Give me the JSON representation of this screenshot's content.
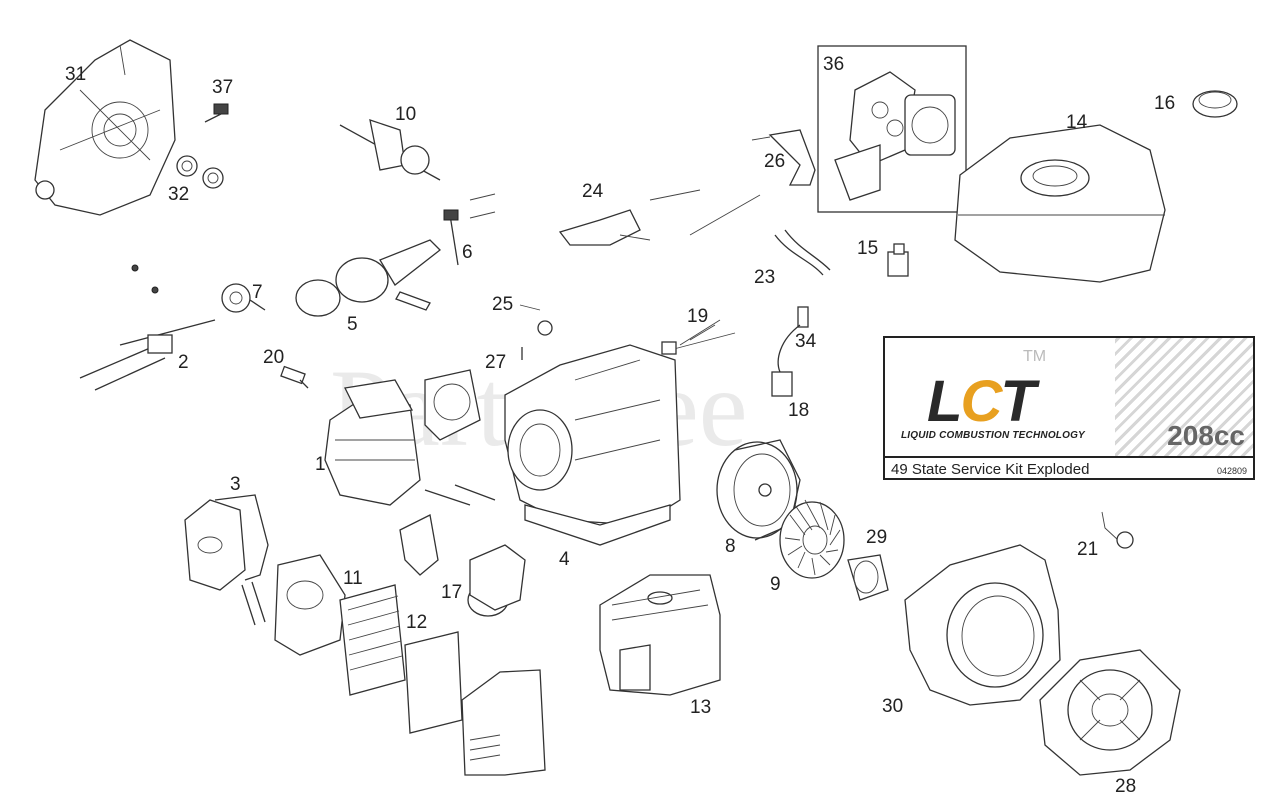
{
  "watermark": "PartsTree",
  "info_box": {
    "logo_text": "LCT",
    "trademark": "TM",
    "tagline": "LIQUID COMBUSTION TECHNOLOGY",
    "displacement": "208cc",
    "kit_title": "49 State Service Kit Exploded",
    "diagram_code": "042809"
  },
  "part_labels": [
    "31",
    "37",
    "32",
    "10",
    "24",
    "26",
    "36",
    "14",
    "16",
    "6",
    "7",
    "5",
    "23",
    "15",
    "25",
    "19",
    "34",
    "2",
    "20",
    "27",
    "18",
    "1",
    "3",
    "11",
    "12",
    "17",
    "4",
    "8",
    "29",
    "9",
    "21",
    "13",
    "30",
    "28"
  ]
}
